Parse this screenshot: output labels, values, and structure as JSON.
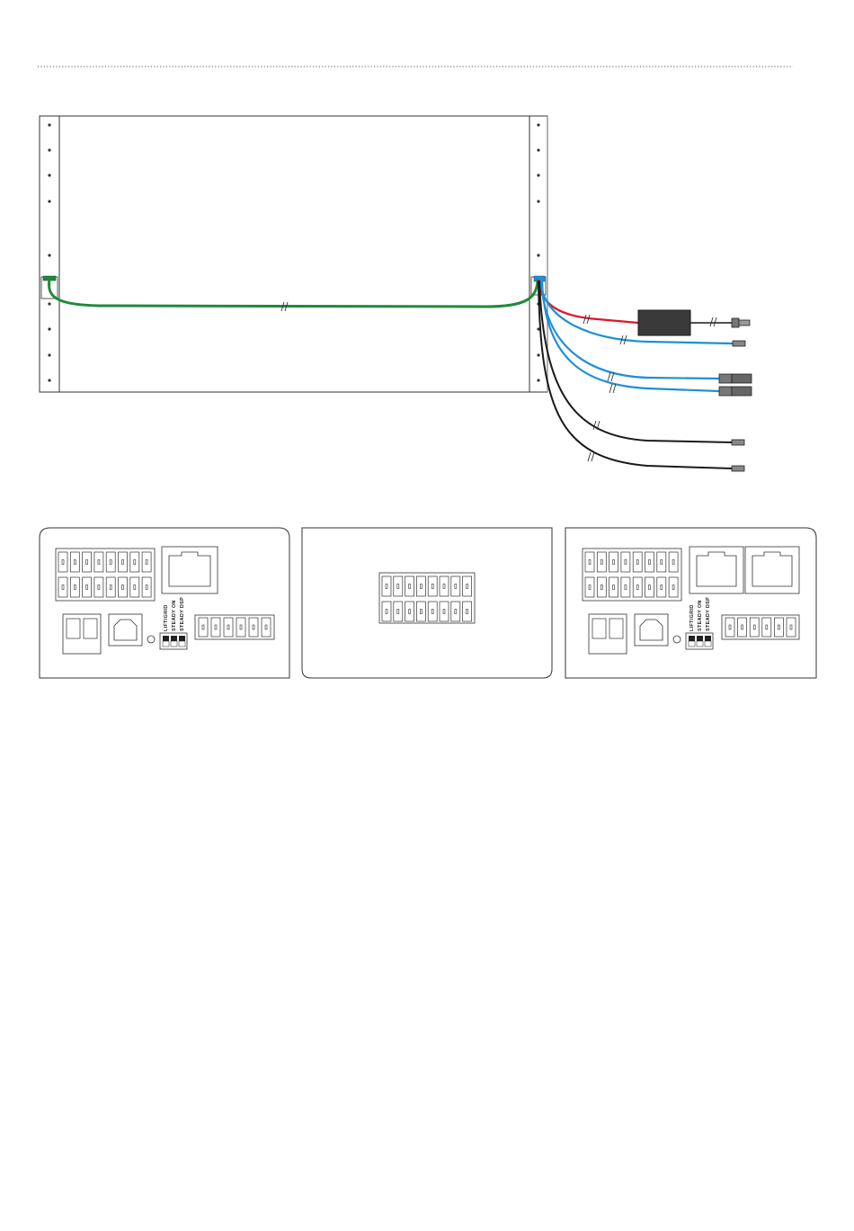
{
  "colors": {
    "outline": "#333333",
    "green_cable": "#1f8a3a",
    "red_cable": "#e0142a",
    "blue_cable": "#1e8fd8",
    "black_cable": "#1a1a1a",
    "power_supply": "#3a3a3a",
    "connector": "#555555"
  },
  "icons": {
    "break_mark": "double-slash-icon",
    "rj45": "ethernet-port-icon",
    "usb": "usb-port-icon",
    "terminal": "terminal-block-icon"
  },
  "controller_left": {
    "dip_labels": [
      "LIFT/GRID",
      "STEADY ON",
      "STEADY DSP"
    ]
  },
  "controller_right": {
    "dip_labels": [
      "LIFT/GRID",
      "STEADY ON",
      "STEADY DSP"
    ]
  }
}
